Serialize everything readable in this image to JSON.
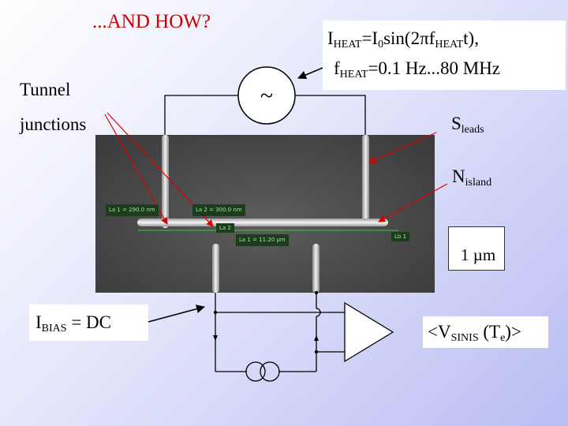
{
  "slide": {
    "title": "...AND HOW?",
    "heat": {
      "line1_main": "I",
      "line1_sub": "HEAT",
      "line1_rest": "=I",
      "line1_sub2": "0",
      "line1_tail": "sin(2πf",
      "line1_sub3": "HEAT",
      "line1_end": "t),",
      "line2_main": "f",
      "line2_sub": "HEAT",
      "line2_rest": "=0.1 Hz...80 MHz"
    },
    "tunnel": {
      "line1": "Tunnel",
      "line2": "junctions"
    },
    "s_leads": {
      "main": "S",
      "sub": "leads"
    },
    "n_island": {
      "main": "N",
      "sub": "island"
    },
    "bias": {
      "main": "I",
      "sub": "BIAS",
      "rest": " = DC"
    },
    "vsinis": {
      "pre": "<V",
      "sub": "SINIS",
      "mid": " (T",
      "sub2": "e",
      "post": ")>"
    },
    "scale": "1 µm",
    "ac_source_symbol": "~",
    "sem_tags": {
      "la1": "La 1 = 290.0 nm",
      "la2": "La 2 = 300.0 nm",
      "la2_short": "La 2",
      "la1_len": "La 1 = 11.20 µm",
      "lb1": "Lb 1"
    }
  }
}
